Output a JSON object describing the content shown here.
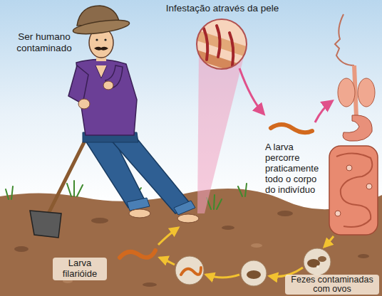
{
  "diagram": {
    "labels": [
      "Ser humano contaminado",
      "Infestação através da pele",
      "A larva percorre praticamente todo o corpo do indivíduo",
      "Larva filarióide",
      "Fezes contaminadas com ovos"
    ]
  }
}
